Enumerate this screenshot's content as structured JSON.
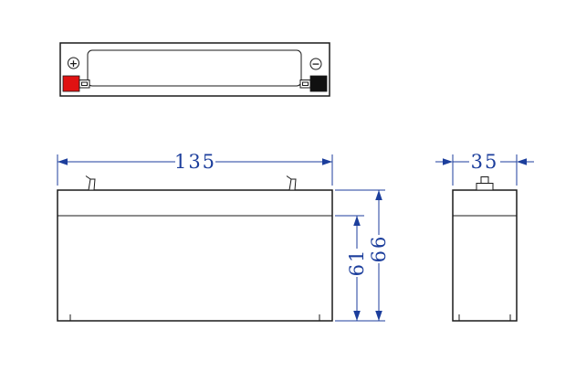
{
  "colors": {
    "outline": "#1a1a1a",
    "dimension_blue": "#1c3e9c",
    "positive_red": "#e01212",
    "negative_black": "#111111",
    "background": "#ffffff"
  },
  "top_view": {
    "positive_symbol": "+",
    "negative_symbol": "−"
  },
  "dimensions": {
    "overall_width": "135",
    "container_height": "61",
    "total_height": "66",
    "overall_depth": "35"
  }
}
